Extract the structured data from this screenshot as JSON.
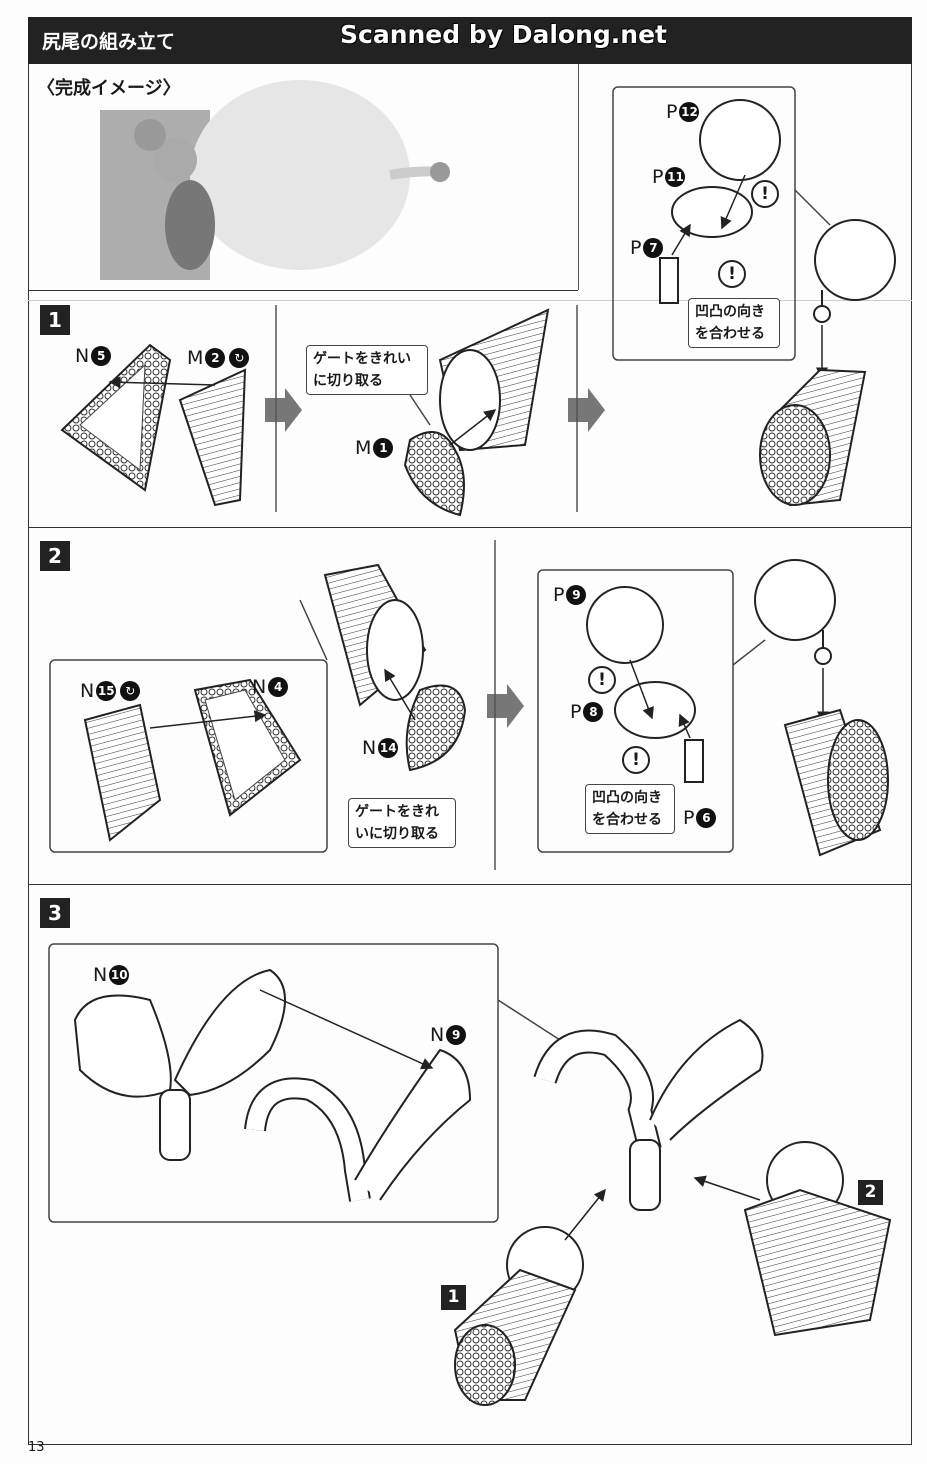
{
  "header": {
    "title": "尻尾の組み立て",
    "watermark": "Scanned by Dalong.net"
  },
  "complete_image": {
    "label": "〈完成イメージ〉"
  },
  "top_detail": {
    "parts": [
      {
        "letter": "P",
        "num": "12"
      },
      {
        "letter": "P",
        "num": "11"
      },
      {
        "letter": "P",
        "num": "7"
      }
    ],
    "callout": [
      "凹凸の向き",
      "を合わせる"
    ],
    "warning": "!"
  },
  "step1": {
    "badge": "1",
    "parts": [
      {
        "letter": "N",
        "num": "5"
      },
      {
        "letter": "M",
        "num": "2",
        "pair_icon": "rotate-pair-icon"
      },
      {
        "letter": "M",
        "num": "1"
      }
    ],
    "callout": [
      "ゲートをきれい",
      "に切り取る"
    ]
  },
  "step2": {
    "badge": "2",
    "parts": [
      {
        "letter": "N",
        "num": "15",
        "pair_icon": "rotate-pair-icon"
      },
      {
        "letter": "N",
        "num": "4"
      },
      {
        "letter": "N",
        "num": "14"
      },
      {
        "letter": "P",
        "num": "9"
      },
      {
        "letter": "P",
        "num": "8"
      },
      {
        "letter": "P",
        "num": "6"
      }
    ],
    "callout_gate": [
      "ゲートをきれ",
      "いに切り取る"
    ],
    "callout_align": [
      "凹凸の向き",
      "を合わせる"
    ],
    "warning": "!"
  },
  "step3": {
    "badge": "3",
    "parts": [
      {
        "letter": "N",
        "num": "10"
      },
      {
        "letter": "N",
        "num": "9"
      }
    ],
    "ref_badges": [
      "1",
      "2"
    ]
  },
  "footer": {
    "page_number": "13"
  },
  "colors": {
    "header_bg": "#222222",
    "arrow_gray": "#777777"
  }
}
